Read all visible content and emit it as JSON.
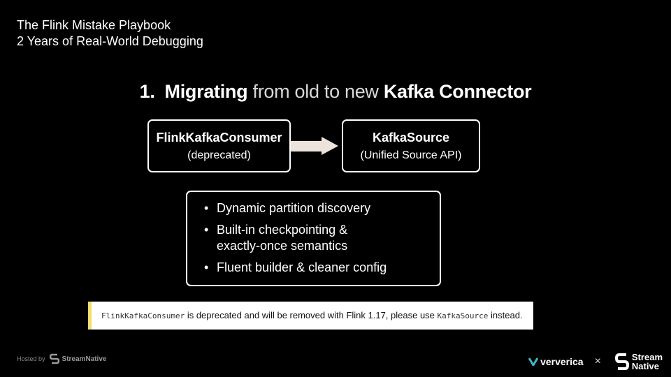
{
  "header": {
    "line1": "The Flink Mistake Playbook",
    "line2": "2 Years of Real-World Debugging"
  },
  "title": {
    "number": "1.",
    "bold1": "Migrating",
    "light": "from old to new",
    "bold2": "Kafka Connector"
  },
  "old_box": {
    "name": "FlinkKafkaConsumer",
    "sub": "(deprecated)"
  },
  "new_box": {
    "name": "KafkaSource",
    "sub": "(Unified Source API)"
  },
  "features": [
    "Dynamic partition discovery",
    "Built-in checkpointing &\nexactly-once semantics",
    "Fluent builder & cleaner config"
  ],
  "bullet": "•",
  "notice": {
    "code1": "FlinkKafkaConsumer",
    "text1": " is deprecated and will be removed with Flink 1.17, please use ",
    "code2": "KafkaSource",
    "text2": " instead."
  },
  "footer": {
    "hosted_by": "Hosted by",
    "hosted_brand": "StreamNative",
    "ververica": "ververica",
    "times": "×",
    "streamnative_line1": "Stream",
    "streamnative_line2": "Native"
  },
  "colors": {
    "background": "#000000",
    "notice_accent": "#f0de6e",
    "arrow": "#ebe3dc",
    "ververica_accent": "#3fb6c8"
  },
  "icons": [
    "arrow-right-icon",
    "streamnative-logo-icon",
    "ververica-logo-icon"
  ]
}
